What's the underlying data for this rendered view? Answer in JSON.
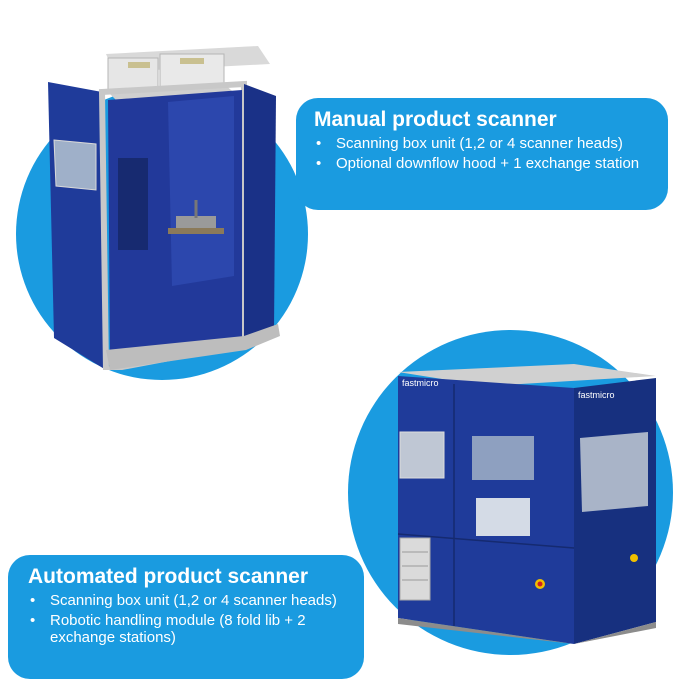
{
  "manual": {
    "title": "Manual product scanner",
    "bullets": [
      "Scanning box unit (1,2 or 4 scanner heads)",
      "Optional downflow hood + 1 exchange station"
    ]
  },
  "automated": {
    "title": "Automated product scanner",
    "bullets": [
      "Scanning box unit (1,2 or 4 scanner heads)",
      "Robotic handling module (8 fold lib + 2 exchange stations)"
    ],
    "brand_labels": [
      "fastmicro",
      "fastmicro"
    ]
  },
  "colors": {
    "accent": "#1a9be0",
    "machine_blue": "#1f3b9a"
  }
}
